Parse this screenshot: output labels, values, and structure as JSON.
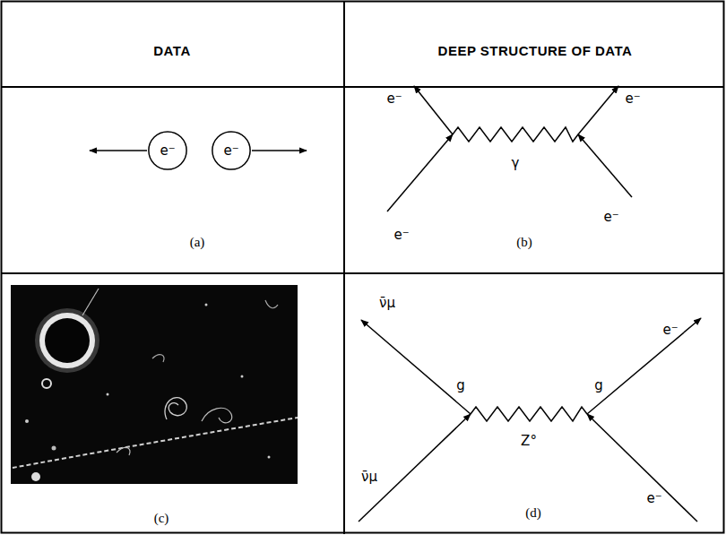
{
  "diagram": {
    "nodes": [
      {
        "text": [
          "e⁻"
        ]
      },
      {
        "text": [
          "e⁻"
        ]
      }
    ],
    "labels": [
      "DATA",
      "DEEP STRUCTURE OF DATA",
      "(a)",
      "e⁻",
      "e⁻",
      "γ",
      "e⁻",
      "e⁻",
      "(b)",
      "(c)",
      "ν̄μ",
      "e⁻",
      "g",
      "g",
      "Z°",
      "ν̄μ",
      "e⁻",
      "(d)"
    ]
  }
}
